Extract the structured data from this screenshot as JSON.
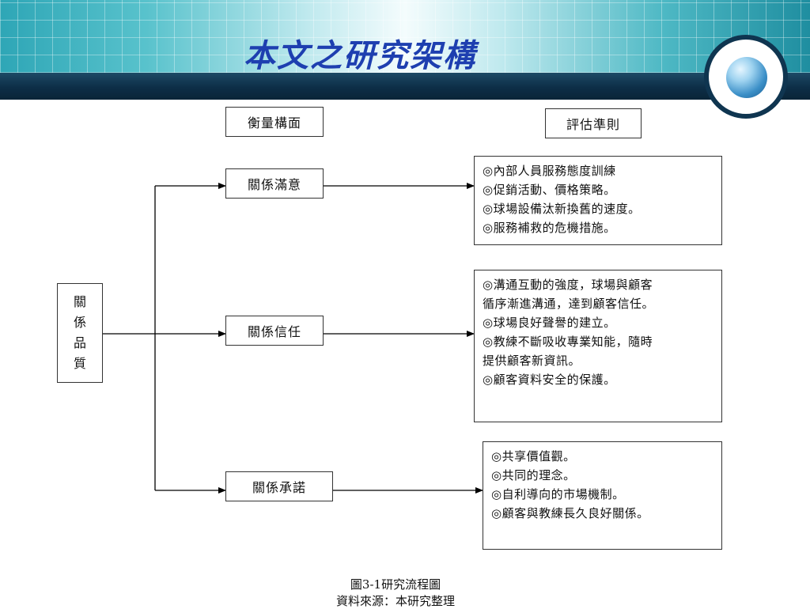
{
  "slide": {
    "title": "本文之研究架構"
  },
  "diagram": {
    "headers": {
      "dimensions": "衡量構面",
      "criteria": "評估準則"
    },
    "root": {
      "chars": [
        "關",
        "係",
        "品",
        "質"
      ]
    },
    "dimensions": [
      {
        "label": "關係滿意"
      },
      {
        "label": "關係信任"
      },
      {
        "label": "關係承諾"
      }
    ],
    "criteria": [
      {
        "lines": [
          "◎內部人員服務態度訓練",
          "◎促銷活動、價格策略。",
          "◎球場設備汰新換舊的速度。",
          "◎服務補救的危機措施。"
        ]
      },
      {
        "lines": [
          "◎溝通互動的強度，球場與顧客",
          "循序漸進溝通，達到顧客信任。",
          "◎球場良好聲譽的建立。",
          "◎教練不斷吸收專業知能，隨時",
          "提供顧客新資訊。",
          "◎顧客資料安全的保護。"
        ]
      },
      {
        "lines": [
          "◎共享價值觀。",
          "◎共同的理念。",
          "◎自利導向的市場機制。",
          "◎顧客與教練長久良好關係。"
        ]
      }
    ]
  },
  "caption": {
    "figure": "圖3-1研究流程圖",
    "source": "資料來源：本研究整理"
  }
}
